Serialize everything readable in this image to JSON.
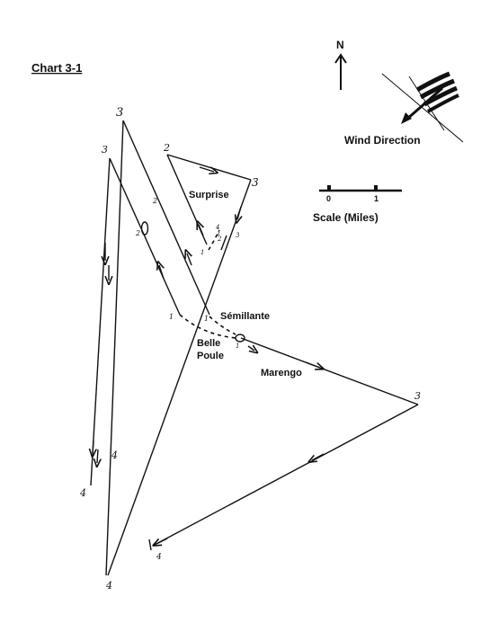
{
  "chart_title": "Chart 3-1",
  "north_label": "N",
  "wind_label": "Wind Direction",
  "scale": {
    "title": "Scale (Miles)",
    "ticks": [
      "0",
      "1"
    ]
  },
  "ships": {
    "surprise": "Surprise",
    "semillante": "Sémillante",
    "belle_poule_line1": "Belle",
    "belle_poule_line2": "Poule",
    "marengo": "Marengo"
  },
  "position_marks": {
    "a1": "1",
    "a2": "2",
    "a3": "3",
    "a4": "4",
    "b1": "1",
    "b2": "2",
    "b3": "3",
    "b4": "4",
    "c1": "1",
    "c2": "2",
    "c3": "3",
    "c4": "4",
    "d1": "1",
    "d2": "2",
    "d3": "3",
    "d4": "4",
    "e1": "1",
    "e3": "3",
    "e4": "4"
  }
}
